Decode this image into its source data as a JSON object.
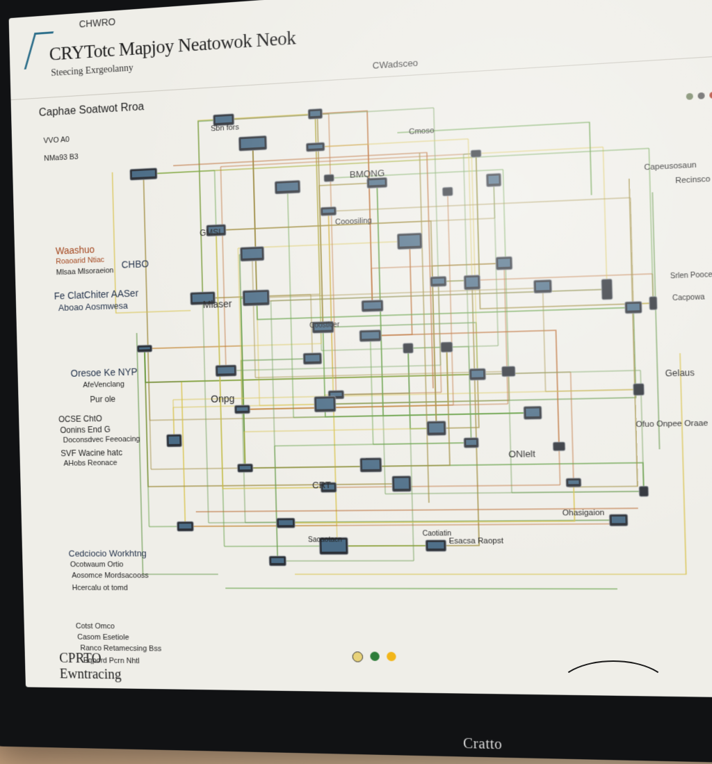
{
  "window": {
    "tab_label": "CHWRO",
    "title": "CRYTotc Mapjoy Neatowok Neok",
    "subtitle": "Steecing Exrgeolanny",
    "center_label": "CWadsceo"
  },
  "left_panel": {
    "heading": "Caphae Soatwot Rroa",
    "line1": "VVO A0",
    "line2": "NMa93 B3",
    "block_a_title": "Waashuo",
    "block_a_line1": "Roaoarid Ntiac",
    "block_a_line2": "Mlsaa Mlsoraeion",
    "block_b_title": "Fe ClatChiter AASer",
    "block_b_line1": "Aboao Aosmwesa",
    "block_c_title": "Oresoe Ke NYP",
    "block_c_line1": "AfeVenclang",
    "block_c_line2": "Pur ole",
    "block_d_line1": "OCSE ChtO",
    "block_d_line2": "Oonins End G",
    "block_d_line3": "Doconsdvec Feeoacing",
    "block_d_line4": "SVF Wacine hatc",
    "block_d_line5": "AHobs Reonace",
    "block_e_title": "Cedciocio Workhtng",
    "block_e_line1": "Ocotwaum Ortio",
    "block_e_line2": "Aosomce Mordsacooss",
    "block_e_line3": "Hcercalu ot tomd",
    "block_f_line1": "Cotst Omco",
    "block_f_line2": "Casom Esetiole",
    "block_f_line3": "Ranco Retamecsing Bss",
    "block_f_line4": "Eqpord Pcrn Nhtl"
  },
  "right_panel": {
    "line1": "Capeusosaun",
    "line2": "Recinsco",
    "line3": "Srlen Poocentiat",
    "line4": "Cacpowa",
    "line5": "Gelaus",
    "line6": "Ofuo Onpee Oraae"
  },
  "diagram_labels": {
    "l1": "Sbn fors",
    "l2": "BMQNG",
    "l3": "Cmoso",
    "l4": "Cooosiling",
    "l5": "GMSI",
    "l6": "CHBO",
    "l7": "Mlaser",
    "l8": "Onpg",
    "l9": "ONlelt",
    "l10": "CRT",
    "l11": "Saoaotacn",
    "l12": "Esacsa Raopst",
    "l13": "Caotiatin",
    "l14": "Ohasigaion",
    "l15": "Coostlcer"
  },
  "footer": {
    "status_line1": "CPRTO",
    "status_line2": "Ewntracing",
    "brand": "Cratto"
  },
  "colors": {
    "screen_bg": "#efeee8",
    "wire_yellow": "#d7c24a",
    "wire_orange": "#b8672c",
    "wire_green": "#5d9b3c",
    "device": "#2b2f36",
    "device_screen": "#4a6b85"
  }
}
